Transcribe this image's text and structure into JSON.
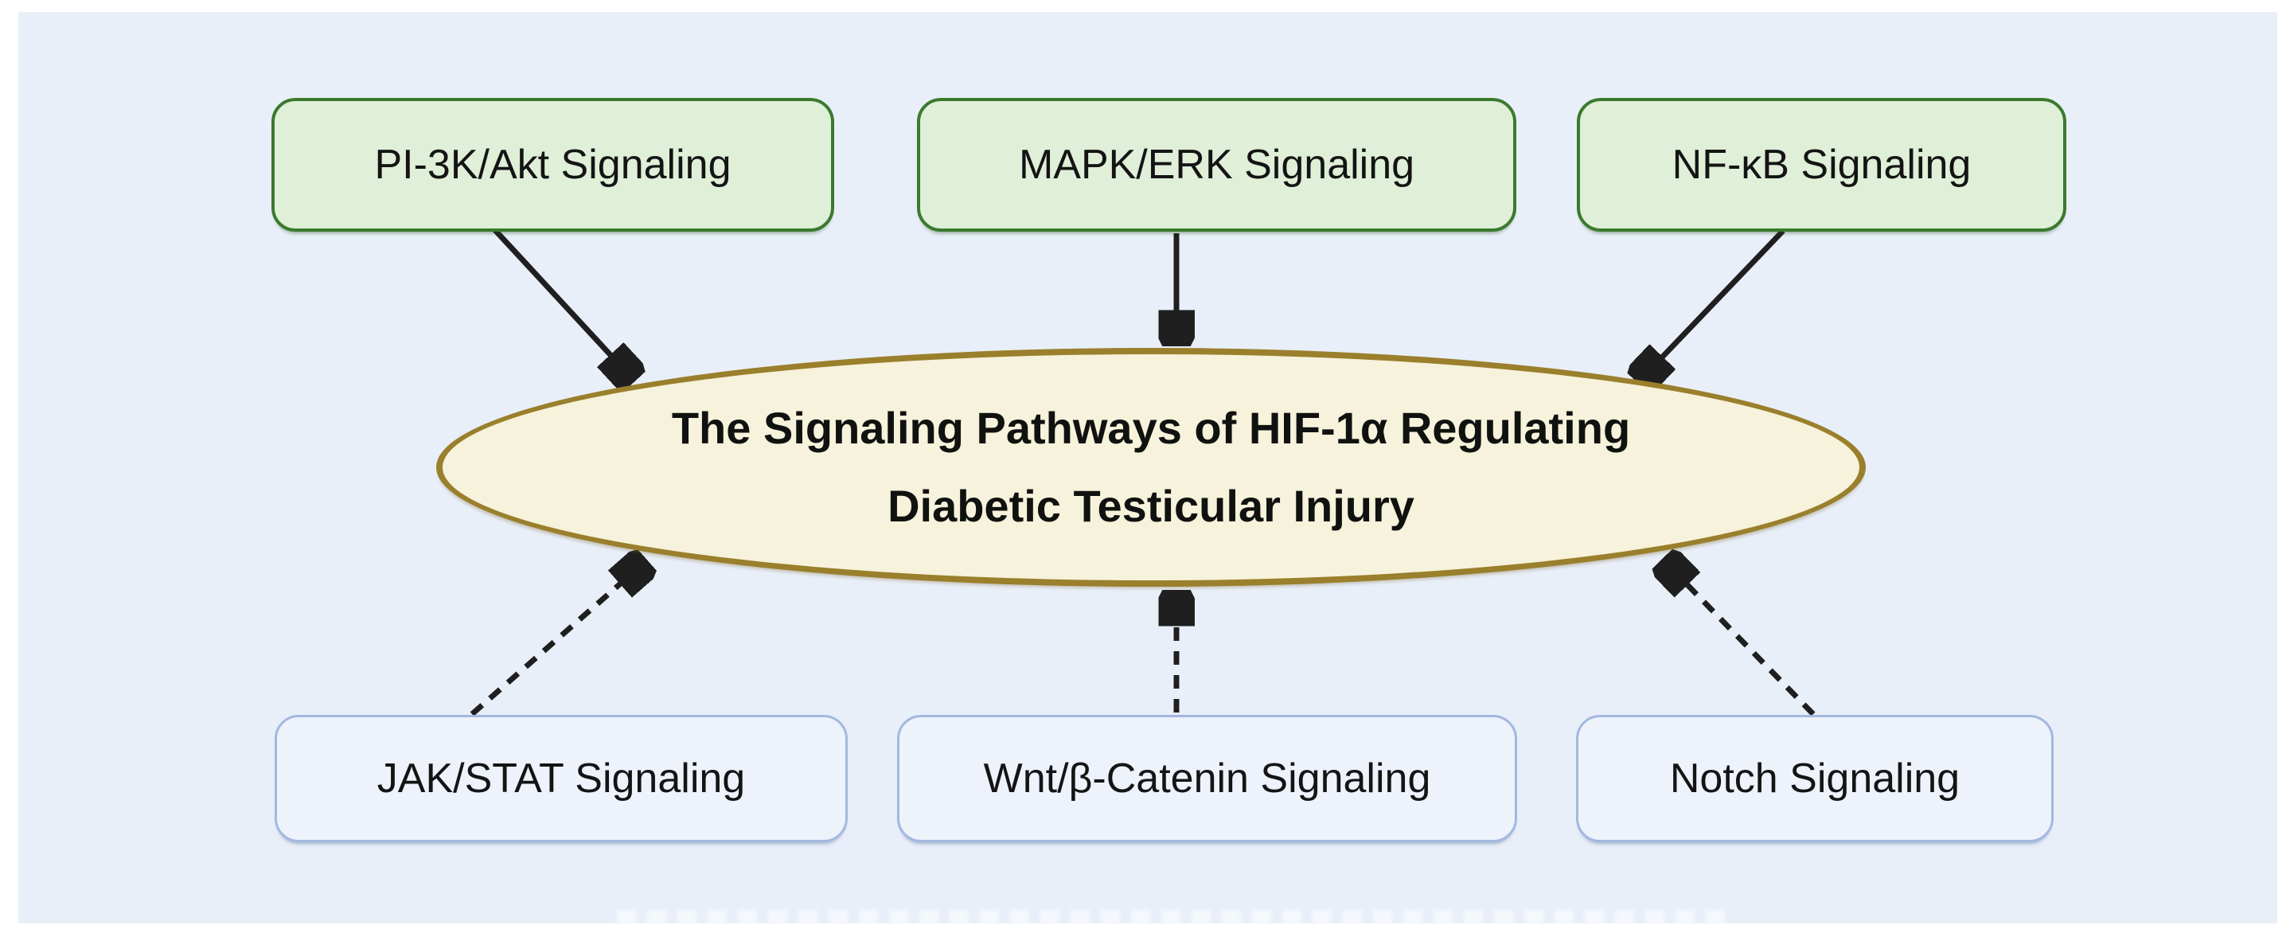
{
  "diagram": {
    "title": {
      "line1": "The Signaling Pathways of HIF-1α Regulating",
      "line2": "Diabetic Testicular Injury"
    },
    "top_nodes": [
      {
        "id": "pi3k-akt",
        "label": "PI-3K/Akt Signaling"
      },
      {
        "id": "mapk-erk",
        "label": "MAPK/ERK Signaling"
      },
      {
        "id": "nf-kb",
        "label": "NF-κB Signaling"
      }
    ],
    "bottom_nodes": [
      {
        "id": "jak-stat",
        "label": "JAK/STAT Signaling"
      },
      {
        "id": "wnt-beta-catenin",
        "label": "Wnt/β-Catenin Signaling"
      },
      {
        "id": "notch",
        "label": "Notch Signaling"
      }
    ],
    "edges": [
      {
        "from": "PI-3K/Akt Signaling",
        "to": "center",
        "style": "solid"
      },
      {
        "from": "MAPK/ERK Signaling",
        "to": "center",
        "style": "solid"
      },
      {
        "from": "NF-κB Signaling",
        "to": "center",
        "style": "solid"
      },
      {
        "from": "JAK/STAT Signaling",
        "to": "center",
        "style": "dashed"
      },
      {
        "from": "Wnt/β-Catenin Signaling",
        "to": "center",
        "style": "dashed"
      },
      {
        "from": "Notch Signaling",
        "to": "center",
        "style": "dashed"
      }
    ],
    "colors": {
      "background": "#e9eff9",
      "top_node_fill": "#dfefd8",
      "top_node_border": "#3a7a2e",
      "bottom_node_fill": "#edf2fb",
      "bottom_node_border": "#a3b8df",
      "center_fill": "#f6f2db",
      "center_border": "#9a7f2c",
      "arrow": "#1f1f1f"
    }
  }
}
